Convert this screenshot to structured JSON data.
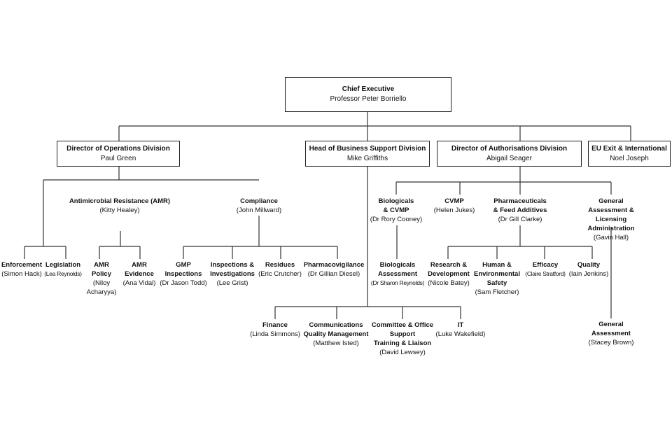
{
  "chart": {
    "ceo": {
      "title": "Chief Executive",
      "person": "Professor Peter Borriello"
    },
    "ops": {
      "title": "Director of Operations Division",
      "person": "Paul Green"
    },
    "business": {
      "title": "Head of Business Support Division",
      "person": "Mike Griffiths"
    },
    "auth": {
      "title": "Director of Authorisations Division",
      "person": "Abigail Seager"
    },
    "eu": {
      "title": "EU Exit & International",
      "person": "Noel Joseph"
    },
    "amr": {
      "title": "Antimicrobial Resistance (AMR)",
      "person": "(Kitty Healey)"
    },
    "compliance": {
      "title": "Compliance",
      "person": "(John Millward)"
    },
    "enforcement": {
      "title": "Enforcement",
      "person": "(Simon Hack)"
    },
    "legislation": {
      "title": "Legislation",
      "person": "(Lea Reynolds)"
    },
    "amr_policy": {
      "title": "AMR\nPolicy",
      "person": "(Niloy\nAcharyya)"
    },
    "amr_evidence": {
      "title": "AMR\nEvidence",
      "person": "(Ana Vidal)"
    },
    "gmp": {
      "title": "GMP\nInspections",
      "person": "(Dr Jason Todd)"
    },
    "inspections": {
      "title": "Inspections &\nInvestigations",
      "person": "(Lee Grist)"
    },
    "residues": {
      "title": "Residues",
      "person": "(Eric Crutcher)"
    },
    "pharmacovigilance": {
      "title": "Pharmacovigilance",
      "person": "(Dr Gillian Diesel)"
    },
    "biologicals": {
      "title": "Biologicals\n& CVMP",
      "person": "(Dr Rory Cooney)"
    },
    "cvmp": {
      "title": "CVMP",
      "person": "(Helen Jukes)"
    },
    "pharmaceuticals": {
      "title": "Pharmaceuticals\n& Feed Additives",
      "person": "(Dr Gill Clarke)"
    },
    "general_assessment_licensing": {
      "title": "General Assessment  &\nLicensing Administration",
      "person": "(Gavin Hall)"
    },
    "bio_assessment": {
      "title": "Biologicals\nAssessment",
      "person": "(Dr Sharon Reynolds)"
    },
    "research": {
      "title": "Research &\nDevelopment",
      "person": "(Nicole Batey)"
    },
    "human_env": {
      "title": "Human &\nEnvironmental\nSafety",
      "person": "(Sam Fletcher)"
    },
    "efficacy": {
      "title": "Efficacy",
      "person": "(Claire Stratford)"
    },
    "quality": {
      "title": "Quality",
      "person": "(Iain Jenkins)"
    },
    "general_assessment": {
      "title": "General\nAssessment",
      "person": "(Stacey Brown)"
    },
    "finance": {
      "title": "Finance",
      "person": "(Linda Simmons)"
    },
    "comms": {
      "title": "Communications\nQuality Management",
      "person": "(Matthew Isted)"
    },
    "committee": {
      "title": "Committee & Office\nSupport\nTraining & Liaison",
      "person": "(David Lewsey)"
    },
    "it": {
      "title": "IT",
      "person": "(Luke Wakefield)"
    }
  }
}
